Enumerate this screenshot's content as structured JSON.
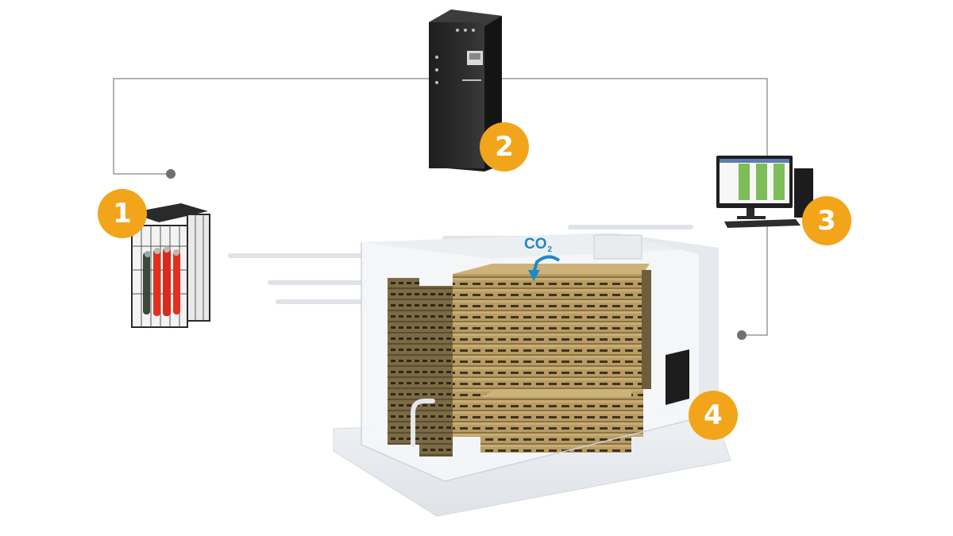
{
  "badges": [
    {
      "id": "gas-cylinder-cage",
      "label": "1"
    },
    {
      "id": "control-cabinet",
      "label": "2"
    },
    {
      "id": "computer-workstation",
      "label": "3"
    },
    {
      "id": "storage-room",
      "label": "4"
    }
  ],
  "gas": {
    "formula": "CO",
    "subscript": "2"
  },
  "colors": {
    "badge": "#f2a51a",
    "line": "#9a9a9a",
    "cylinder_red": "#e0311f",
    "co2_arrow": "#1e88c8",
    "cabinet": "#2b2b2b",
    "crates": "#b49a63"
  },
  "icons": [
    "gas-cylinder-cage-icon",
    "control-cabinet-icon",
    "computer-monitor-icon",
    "cold-storage-room-icon",
    "co2-arrow-icon"
  ]
}
